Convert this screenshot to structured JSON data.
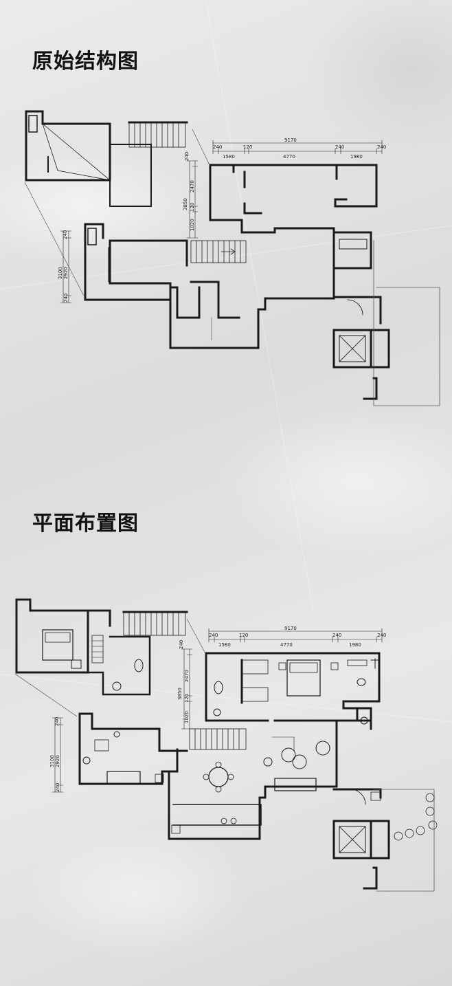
{
  "titles": {
    "original": "原始结构图",
    "layout": "平面布置图"
  },
  "dimensions": {
    "top_total": "9170",
    "top_segments": [
      "240",
      "1580",
      "120",
      "4770",
      "240",
      "1980",
      "240"
    ],
    "left_upper": [
      "240",
      "2470",
      "3850",
      "120",
      "1020"
    ],
    "left_lower": [
      "240",
      "3100",
      "2920",
      "240"
    ]
  },
  "colors": {
    "wall": "#1a1a1a",
    "fill": "#555555",
    "line": "#333333"
  },
  "icons": [
    "door-swing-icon",
    "stair-icon",
    "elevator-icon",
    "bed-icon",
    "sofa-icon",
    "dining-table-icon",
    "toilet-icon",
    "plant-icon"
  ]
}
